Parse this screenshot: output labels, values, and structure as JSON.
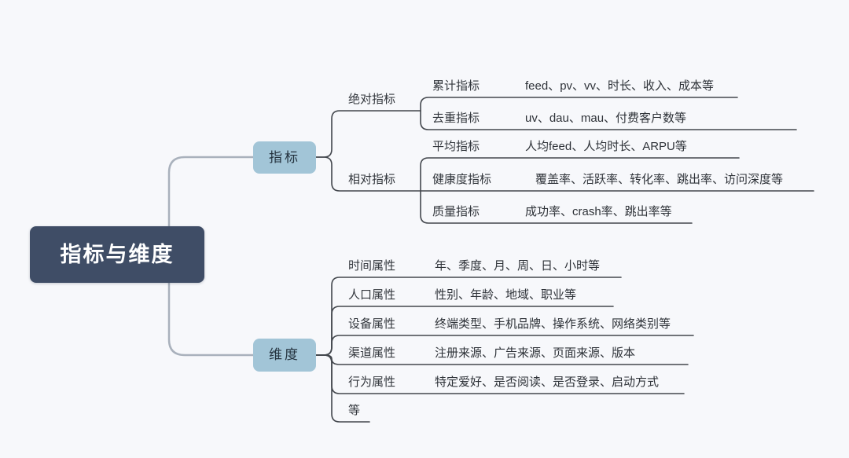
{
  "title": "指标与维度",
  "colors": {
    "background": "#f7f8fb",
    "root_bg": "#3f4d66",
    "root_text": "#ffffff",
    "branch_bg": "#a2c5d7",
    "branch_text": "#23313d",
    "line_dark": "#43474d",
    "line_light": "#a9b1bc",
    "text": "#33373d"
  },
  "mindmap": {
    "root": {
      "label": "指标与维度"
    },
    "metrics": {
      "label": "指标",
      "groups": [
        {
          "label": "绝对指标",
          "items": [
            {
              "label": "累计指标",
              "content": "feed、pv、vv、时长、收入、成本等"
            },
            {
              "label": "去重指标",
              "content": "uv、dau、mau、付费客户数等"
            }
          ]
        },
        {
          "label": "相对指标",
          "items": [
            {
              "label": "平均指标",
              "content": "人均feed、人均时长、ARPU等"
            },
            {
              "label": "健康度指标",
              "content": "覆盖率、活跃率、转化率、跳出率、访问深度等"
            },
            {
              "label": "质量指标",
              "content": "成功率、crash率、跳出率等"
            }
          ]
        }
      ]
    },
    "dimensions": {
      "label": "维度",
      "items": [
        {
          "label": "时间属性",
          "content": "年、季度、月、周、日、小时等"
        },
        {
          "label": "人口属性",
          "content": "性别、年龄、地域、职业等"
        },
        {
          "label": "设备属性",
          "content": "终端类型、手机品牌、操作系统、网络类别等"
        },
        {
          "label": "渠道属性",
          "content": "注册来源、广告来源、页面来源、版本"
        },
        {
          "label": "行为属性",
          "content": "特定爱好、是否阅读、是否登录、启动方式"
        },
        {
          "label": "等",
          "content": ""
        }
      ]
    }
  }
}
